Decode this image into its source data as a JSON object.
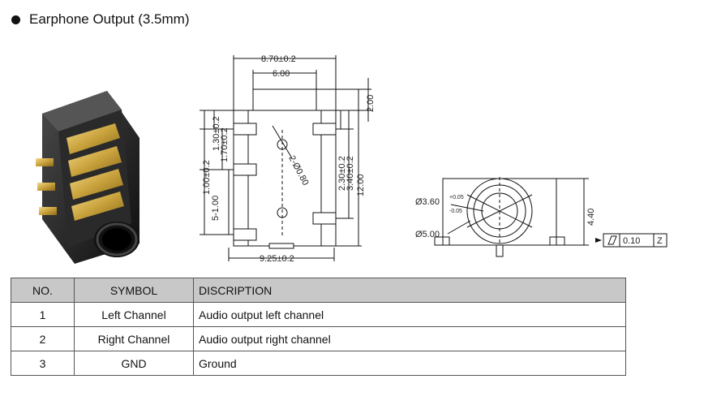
{
  "header": {
    "title": "Earphone Output (3.5mm)"
  },
  "drawing": {
    "side_view": {
      "width_top": "8.70±0.2",
      "inner_width": "6.00",
      "height_cap": "2.00",
      "dim_a": "1.30±0.2",
      "dim_b": "1.70±0.2",
      "dim_c": "1.00±0.2",
      "dim_d": "5-1.00",
      "dim_e": "2.30±0.2",
      "dim_f": "3.40±0.2",
      "height_total": "12.00",
      "hole": "2-Ø0.80",
      "width_bottom": "9.25±0.2"
    },
    "front_view": {
      "inner_dia": "Ø3.60",
      "inner_tol": "+0.05",
      "inner_tol2": "-0.05",
      "outer_dia": "Ø5.00",
      "height": "4.40",
      "flatness": "0.10",
      "datum": "Z"
    }
  },
  "table": {
    "headers": [
      "NO.",
      "SYMBOL",
      "DISCRIPTION"
    ],
    "rows": [
      [
        "1",
        "Left Channel",
        "Audio output left channel"
      ],
      [
        "2",
        "Right Channel",
        "Audio output right channel"
      ],
      [
        "3",
        "GND",
        "Ground"
      ]
    ]
  }
}
